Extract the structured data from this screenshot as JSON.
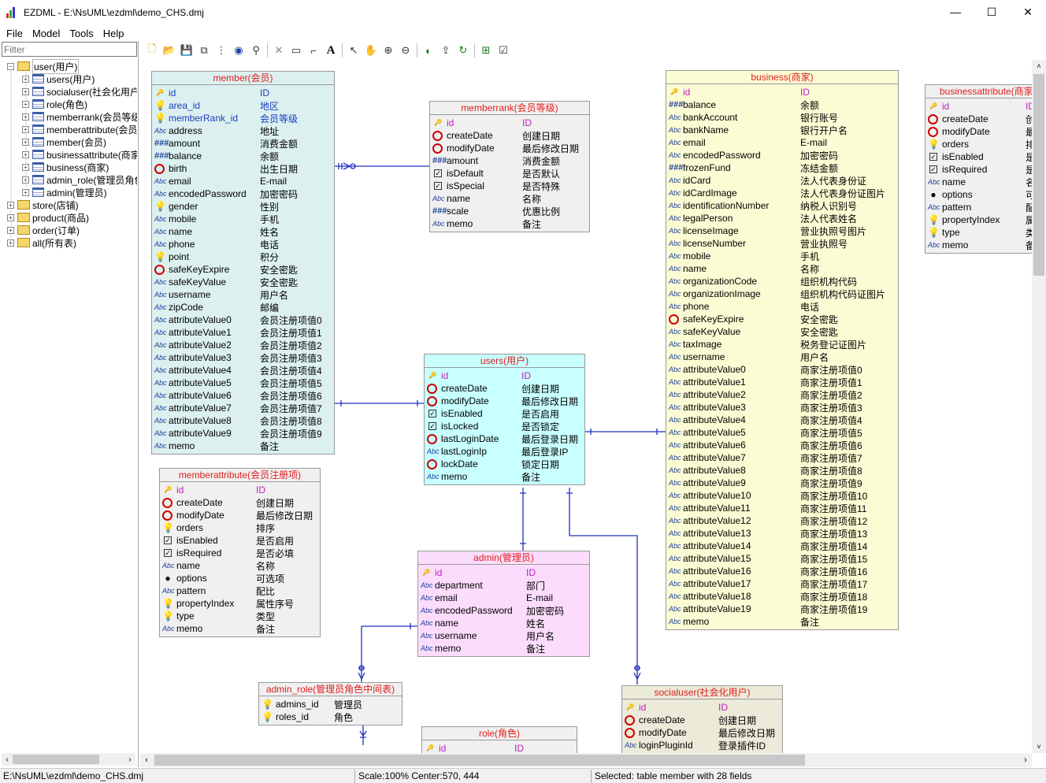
{
  "window": {
    "title": "EZDML - E:\\NsUML\\ezdml\\demo_CHS.dmj",
    "minimize": "—",
    "maximize": "☐",
    "close": "✕"
  },
  "menu": [
    "File",
    "Model",
    "Tools",
    "Help"
  ],
  "filter": {
    "placeholder": "Filter"
  },
  "tree": [
    {
      "level": 0,
      "label": "user(用户)",
      "expanded": true,
      "kind": "folder",
      "sel": true
    },
    {
      "level": 1,
      "label": "users(用户)",
      "kind": "table"
    },
    {
      "level": 1,
      "label": "socialuser(社会化用户)",
      "kind": "table"
    },
    {
      "level": 1,
      "label": "role(角色)",
      "kind": "table"
    },
    {
      "level": 1,
      "label": "memberrank(会员等级)",
      "kind": "table"
    },
    {
      "level": 1,
      "label": "memberattribute(会员注册项)",
      "kind": "table"
    },
    {
      "level": 1,
      "label": "member(会员)",
      "kind": "table"
    },
    {
      "level": 1,
      "label": "businessattribute(商家注册项)",
      "kind": "table"
    },
    {
      "level": 1,
      "label": "business(商家)",
      "kind": "table"
    },
    {
      "level": 1,
      "label": "admin_role(管理员角色中间表)",
      "kind": "table"
    },
    {
      "level": 1,
      "label": "admin(管理员)",
      "kind": "table"
    },
    {
      "level": 0,
      "label": "store(店铺)",
      "kind": "folder"
    },
    {
      "level": 0,
      "label": "product(商品)",
      "kind": "folder"
    },
    {
      "level": 0,
      "label": "order(订单)",
      "kind": "folder"
    },
    {
      "level": 0,
      "label": "all(所有表)",
      "kind": "folder"
    }
  ],
  "toolbar": [
    "new-icon",
    "open-icon",
    "save-icon",
    "save-as-icon",
    "tree-icon",
    "globe-icon",
    "find-icon",
    "|",
    "delete-icon",
    "rect-icon",
    "link-icon",
    "text-icon",
    "|",
    "pointer-icon",
    "hand-icon",
    "zoom-in-icon",
    "zoom-out-icon",
    "|",
    "view-icon",
    "export-icon",
    "refresh-icon",
    "|",
    "add-table-icon",
    "properties-icon"
  ],
  "tables": [
    {
      "id": "member",
      "title": "member(会员)",
      "bg": "#dcf0f0",
      "fields": [
        [
          "key",
          "id",
          "ID"
        ],
        [
          "bulb",
          "area_id",
          "地区"
        ],
        [
          "bulb",
          "memberRank_id",
          "会员等级"
        ],
        [
          "abc",
          "address",
          "地址"
        ],
        [
          "num",
          "amount",
          "消费金额"
        ],
        [
          "num",
          "balance",
          "余额"
        ],
        [
          "clock",
          "birth",
          "出生日期"
        ],
        [
          "abc",
          "email",
          "E-mail"
        ],
        [
          "abc",
          "encodedPassword",
          "加密密码"
        ],
        [
          "bulb",
          "gender",
          "性别"
        ],
        [
          "abc",
          "mobile",
          "手机"
        ],
        [
          "abc",
          "name",
          "姓名"
        ],
        [
          "abc",
          "phone",
          "电话"
        ],
        [
          "bulb",
          "point",
          "积分"
        ],
        [
          "clock",
          "safeKeyExpire",
          "安全密匙"
        ],
        [
          "abc",
          "safeKeyValue",
          "安全密匙"
        ],
        [
          "abc",
          "username",
          "用户名"
        ],
        [
          "abc",
          "zipCode",
          "邮编"
        ],
        [
          "abc",
          "attributeValue0",
          "会员注册项值0"
        ],
        [
          "abc",
          "attributeValue1",
          "会员注册项值1"
        ],
        [
          "abc",
          "attributeValue2",
          "会员注册项值2"
        ],
        [
          "abc",
          "attributeValue3",
          "会员注册项值3"
        ],
        [
          "abc",
          "attributeValue4",
          "会员注册项值4"
        ],
        [
          "abc",
          "attributeValue5",
          "会员注册项值5"
        ],
        [
          "abc",
          "attributeValue6",
          "会员注册项值6"
        ],
        [
          "abc",
          "attributeValue7",
          "会员注册项值7"
        ],
        [
          "abc",
          "attributeValue8",
          "会员注册项值8"
        ],
        [
          "abc",
          "attributeValue9",
          "会员注册项值9"
        ],
        [
          "abc",
          "memo",
          "备注"
        ]
      ]
    },
    {
      "id": "memberrank",
      "title": "memberrank(会员等级)",
      "bg": "#f0f0f0",
      "fields": [
        [
          "key",
          "id",
          "ID"
        ],
        [
          "clock",
          "createDate",
          "创建日期"
        ],
        [
          "clock",
          "modifyDate",
          "最后修改日期"
        ],
        [
          "num",
          "amount",
          "消费金额"
        ],
        [
          "check",
          "isDefault",
          "是否默认"
        ],
        [
          "check",
          "isSpecial",
          "是否特殊"
        ],
        [
          "abc",
          "name",
          "名称"
        ],
        [
          "num",
          "scale",
          "优惠比例"
        ],
        [
          "abc",
          "memo",
          "备注"
        ]
      ]
    },
    {
      "id": "memberattribute",
      "title": "memberattribute(会员注册项)",
      "bg": "#f0f0f0",
      "fields": [
        [
          "key",
          "id",
          "ID"
        ],
        [
          "clock",
          "createDate",
          "创建日期"
        ],
        [
          "clock",
          "modifyDate",
          "最后修改日期"
        ],
        [
          "bulb",
          "orders",
          "排序"
        ],
        [
          "check",
          "isEnabled",
          "是否启用"
        ],
        [
          "check",
          "isRequired",
          "是否必填"
        ],
        [
          "abc",
          "name",
          "名称"
        ],
        [
          "dot",
          "options",
          "可选项"
        ],
        [
          "abc",
          "pattern",
          "配比"
        ],
        [
          "bulb",
          "propertyIndex",
          "属性序号"
        ],
        [
          "bulb",
          "type",
          "类型"
        ],
        [
          "abc",
          "memo",
          "备注"
        ]
      ]
    },
    {
      "id": "users",
      "title": "users(用户)",
      "bg": "#c8ffff",
      "fields": [
        [
          "key",
          "id",
          "ID"
        ],
        [
          "clock",
          "createDate",
          "创建日期"
        ],
        [
          "clock",
          "modifyDate",
          "最后修改日期"
        ],
        [
          "check",
          "isEnabled",
          "是否启用"
        ],
        [
          "check",
          "isLocked",
          "是否锁定"
        ],
        [
          "clock",
          "lastLoginDate",
          "最后登录日期"
        ],
        [
          "abc",
          "lastLoginIp",
          "最后登录IP"
        ],
        [
          "clock",
          "lockDate",
          "锁定日期"
        ],
        [
          "abc",
          "memo",
          "备注"
        ]
      ]
    },
    {
      "id": "admin",
      "title": "admin(管理员)",
      "bg": "#fcdcfc",
      "fields": [
        [
          "key",
          "id",
          "ID"
        ],
        [
          "abc",
          "department",
          "部门"
        ],
        [
          "abc",
          "email",
          "E-mail"
        ],
        [
          "abc",
          "encodedPassword",
          "加密密码"
        ],
        [
          "abc",
          "name",
          "姓名"
        ],
        [
          "abc",
          "username",
          "用户名"
        ],
        [
          "abc",
          "memo",
          "备注"
        ]
      ]
    },
    {
      "id": "admin_role",
      "title": "admin_role(管理员角色中间表)",
      "bg": "#f0f0f0",
      "fields": [
        [
          "bulb",
          "admins_id",
          "管理员"
        ],
        [
          "bulb",
          "roles_id",
          "角色"
        ]
      ]
    },
    {
      "id": "role",
      "title": "role(角色)",
      "bg": "#f0f0f0",
      "fields": [
        [
          "key",
          "id",
          "ID"
        ]
      ]
    },
    {
      "id": "business",
      "title": "business(商家)",
      "bg": "#fcfcd4",
      "fields": [
        [
          "key",
          "id",
          "ID"
        ],
        [
          "num",
          "balance",
          "余额"
        ],
        [
          "abc",
          "bankAccount",
          "银行账号"
        ],
        [
          "abc",
          "bankName",
          "银行开户名"
        ],
        [
          "abc",
          "email",
          "E-mail"
        ],
        [
          "abc",
          "encodedPassword",
          "加密密码"
        ],
        [
          "num",
          "frozenFund",
          "冻结金额"
        ],
        [
          "abc",
          "idCard",
          "法人代表身份证"
        ],
        [
          "abc",
          "idCardImage",
          "法人代表身份证图片"
        ],
        [
          "abc",
          "identificationNumber",
          "纳税人识别号"
        ],
        [
          "abc",
          "legalPerson",
          "法人代表姓名"
        ],
        [
          "abc",
          "licenseImage",
          "营业执照号图片"
        ],
        [
          "abc",
          "licenseNumber",
          "营业执照号"
        ],
        [
          "abc",
          "mobile",
          "手机"
        ],
        [
          "abc",
          "name",
          "名称"
        ],
        [
          "abc",
          "organizationCode",
          "组织机构代码"
        ],
        [
          "abc",
          "organizationImage",
          "组织机构代码证图片"
        ],
        [
          "abc",
          "phone",
          "电话"
        ],
        [
          "clock",
          "safeKeyExpire",
          "安全密匙"
        ],
        [
          "abc",
          "safeKeyValue",
          "安全密匙"
        ],
        [
          "abc",
          "taxImage",
          "税务登记证图片"
        ],
        [
          "abc",
          "username",
          "用户名"
        ],
        [
          "abc",
          "attributeValue0",
          "商家注册项值0"
        ],
        [
          "abc",
          "attributeValue1",
          "商家注册项值1"
        ],
        [
          "abc",
          "attributeValue2",
          "商家注册项值2"
        ],
        [
          "abc",
          "attributeValue3",
          "商家注册项值3"
        ],
        [
          "abc",
          "attributeValue4",
          "商家注册项值4"
        ],
        [
          "abc",
          "attributeValue5",
          "商家注册项值5"
        ],
        [
          "abc",
          "attributeValue6",
          "商家注册项值6"
        ],
        [
          "abc",
          "attributeValue7",
          "商家注册项值7"
        ],
        [
          "abc",
          "attributeValue8",
          "商家注册项值8"
        ],
        [
          "abc",
          "attributeValue9",
          "商家注册项值9"
        ],
        [
          "abc",
          "attributeValue10",
          "商家注册项值10"
        ],
        [
          "abc",
          "attributeValue11",
          "商家注册项值11"
        ],
        [
          "abc",
          "attributeValue12",
          "商家注册项值12"
        ],
        [
          "abc",
          "attributeValue13",
          "商家注册项值13"
        ],
        [
          "abc",
          "attributeValue14",
          "商家注册项值14"
        ],
        [
          "abc",
          "attributeValue15",
          "商家注册项值15"
        ],
        [
          "abc",
          "attributeValue16",
          "商家注册项值16"
        ],
        [
          "abc",
          "attributeValue17",
          "商家注册项值17"
        ],
        [
          "abc",
          "attributeValue18",
          "商家注册项值18"
        ],
        [
          "abc",
          "attributeValue19",
          "商家注册项值19"
        ],
        [
          "abc",
          "memo",
          "备注"
        ]
      ]
    },
    {
      "id": "businessattribute",
      "title": "businessattribute(商家",
      "bg": "#f0f0f0",
      "fields": [
        [
          "key",
          "id",
          "ID"
        ],
        [
          "clock",
          "createDate",
          "创"
        ],
        [
          "clock",
          "modifyDate",
          "最"
        ],
        [
          "bulb",
          "orders",
          "排"
        ],
        [
          "check",
          "isEnabled",
          "是"
        ],
        [
          "check",
          "isRequired",
          "是"
        ],
        [
          "abc",
          "name",
          "名"
        ],
        [
          "dot",
          "options",
          "可"
        ],
        [
          "abc",
          "pattern",
          "配"
        ],
        [
          "bulb",
          "propertyIndex",
          "属"
        ],
        [
          "bulb",
          "type",
          "类"
        ],
        [
          "abc",
          "memo",
          "备"
        ]
      ]
    },
    {
      "id": "socialuser",
      "title": "socialuser(社会化用户)",
      "bg": "#ecead8",
      "fields": [
        [
          "key",
          "id",
          "ID"
        ],
        [
          "clock",
          "createDate",
          "创建日期"
        ],
        [
          "clock",
          "modifyDate",
          "最后修改日期"
        ],
        [
          "abc",
          "loginPluginId",
          "登录插件ID"
        ]
      ]
    }
  ],
  "status": {
    "path": "E:\\NsUML\\ezdml\\demo_CHS.dmj",
    "scale": "Scale:100% Center:570, 444",
    "selected": "Selected: table member with 28 fields"
  }
}
